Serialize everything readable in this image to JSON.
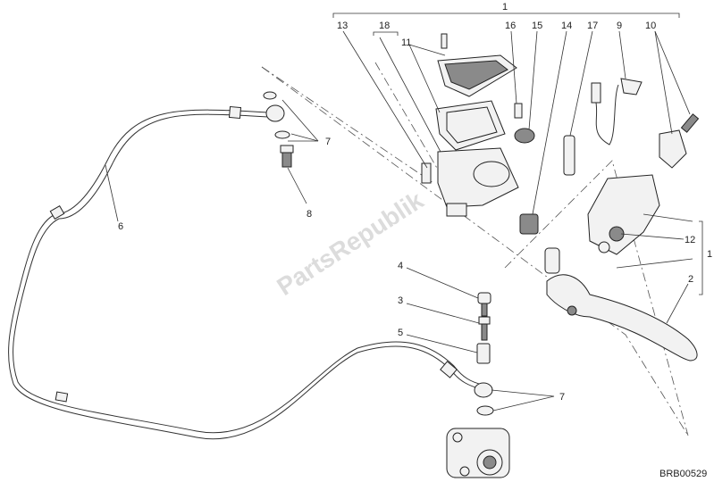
{
  "watermark": "PartsRepublik",
  "diagram_code": "BRB00529",
  "labels": {
    "l1_top": "1",
    "l18": "18",
    "l13": "13",
    "l11": "11",
    "l16": "16",
    "l15": "15",
    "l14": "14",
    "l17": "17",
    "l9": "9",
    "l10": "10",
    "l7_upper": "7",
    "l6": "6",
    "l8": "8",
    "l4": "4",
    "l3": "3",
    "l5": "5",
    "l7_lower": "7",
    "l12": "12",
    "l1_right": "1",
    "l2": "2"
  }
}
